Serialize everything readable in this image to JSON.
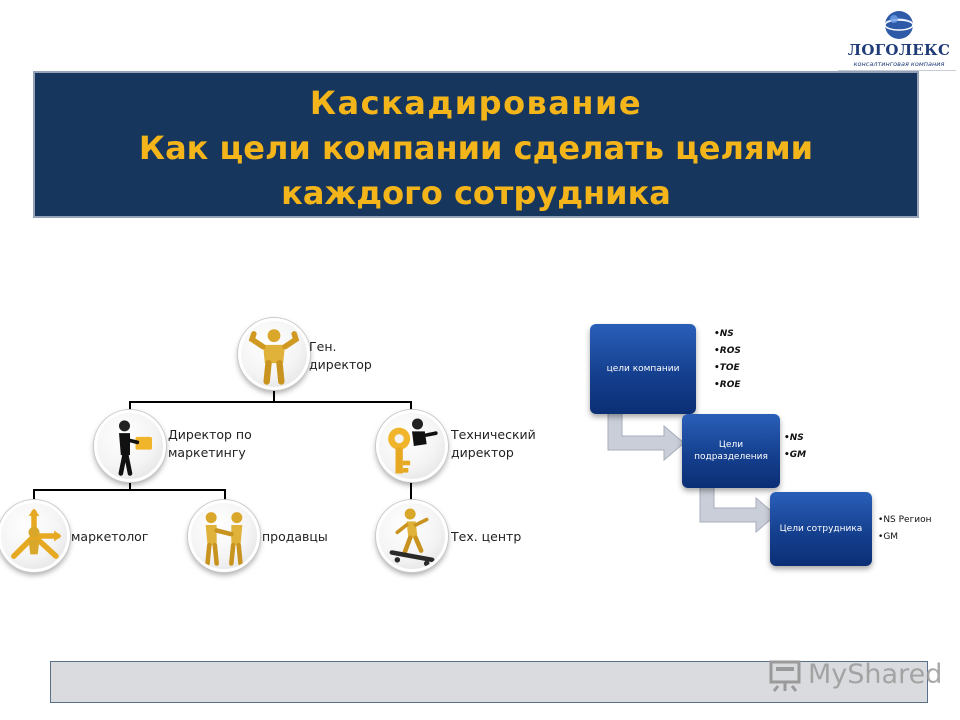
{
  "logo": {
    "brand": "ЛОГОЛЕКС",
    "subtitle": "консалтинговая компания"
  },
  "title": {
    "line1": "Каскадирование",
    "line2": "Как цели компании сделать целями",
    "line3": "каждого сотрудника"
  },
  "org_chart": {
    "nodes": [
      {
        "label": "Ген. директор",
        "icon": "figure-flex-icon"
      },
      {
        "label": "Директор по маркетингу",
        "icon": "figure-presenter-icon"
      },
      {
        "label": "Технический директор",
        "icon": "figure-key-icon"
      },
      {
        "label": "маркетолог",
        "icon": "figure-arrows-icon"
      },
      {
        "label": "продавцы",
        "icon": "figure-handshake-icon"
      },
      {
        "label": "Тех. центр",
        "icon": "figure-skateboard-icon"
      }
    ]
  },
  "cascade": {
    "levels": [
      {
        "label": "цели компании",
        "bullets": [
          "NS",
          "ROS",
          "TOE",
          "ROE"
        ]
      },
      {
        "label": "Цели подразделения",
        "bullets": [
          "NS",
          "GM"
        ]
      },
      {
        "label": "Цели сотрудника",
        "bullets": [
          "NS Регион",
          "GM"
        ]
      }
    ]
  },
  "watermark": {
    "text": "MyShared"
  },
  "colors": {
    "banner_bg": "#17365d",
    "title_text": "#f3b51a",
    "cascade_box": "#15408f",
    "bottom_bar": "#d9dbde"
  }
}
